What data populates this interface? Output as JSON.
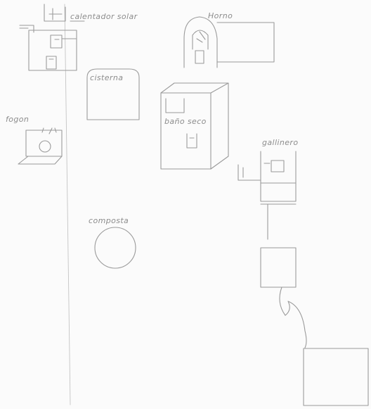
{
  "labels": {
    "solar_heater": "calentador solar",
    "dome_oven": "Horno",
    "cistern": "cisterna",
    "stove": "fogon",
    "dry_toilet": "baño seco",
    "gallinero": "gallinero",
    "compost": "composta"
  },
  "style": {
    "paper_color": "#fbfbfb",
    "pencil_color": "#9a9a9a"
  }
}
